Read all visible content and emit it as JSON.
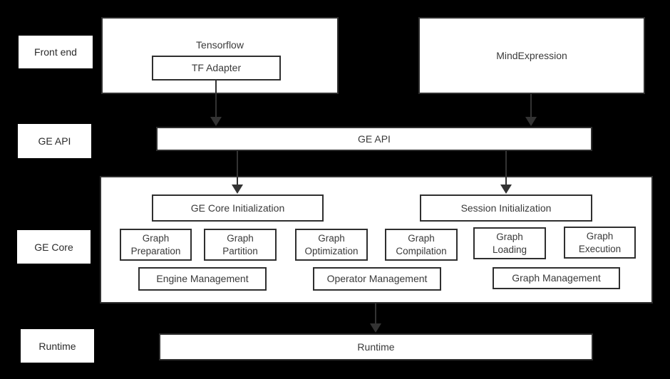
{
  "colors": {
    "background": "#000000",
    "box_fill": "#ffffff",
    "border": "#2f2f2f",
    "text": "#3a3a3a",
    "arrow": "#333333"
  },
  "row_labels": {
    "front_end": "Front end",
    "ge_api": "GE API",
    "ge_core": "GE Core",
    "runtime": "Runtime"
  },
  "front_end": {
    "tensorflow_label": "Tensorflow",
    "tf_adapter_label": "TF Adapter",
    "mindexpression_label": "MindExpression"
  },
  "ge_api": {
    "bar_label": "GE API"
  },
  "ge_core": {
    "core_init_label": "GE Core Initialization",
    "session_init_label": "Session Initialization",
    "stages": [
      {
        "line1": "Graph",
        "line2": "Preparation"
      },
      {
        "line1": "Graph",
        "line2": "Partition"
      },
      {
        "line1": "Graph",
        "line2": "Optimization"
      },
      {
        "line1": "Graph",
        "line2": "Compilation"
      },
      {
        "line1": "Graph",
        "line2": "Loading"
      },
      {
        "line1": "Graph",
        "line2": "Execution"
      }
    ],
    "management": {
      "engine": "Engine Management",
      "operator": "Operator Management",
      "graph": "Graph Management"
    }
  },
  "runtime": {
    "bar_label": "Runtime"
  }
}
